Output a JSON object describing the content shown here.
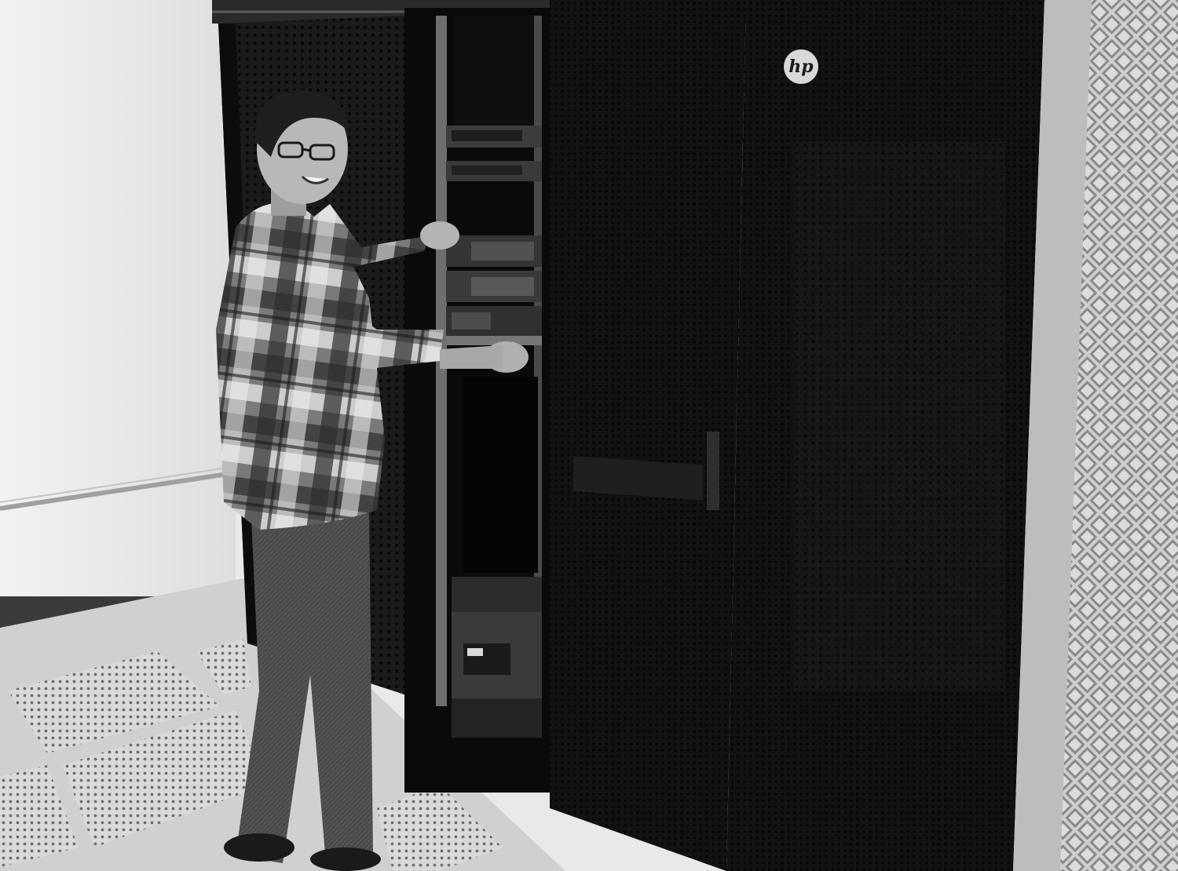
{
  "photo": {
    "style": "grayscale",
    "subject": "person-at-server-rack",
    "logo": {
      "text": "hp"
    }
  }
}
